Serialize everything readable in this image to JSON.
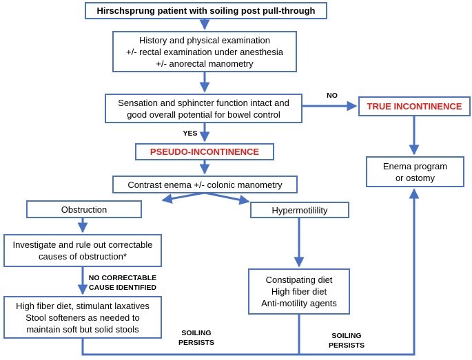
{
  "nodes": {
    "start": {
      "lines": [
        "Hirschsprung patient with soiling post pull-through"
      ]
    },
    "history": {
      "lines": [
        "History and physical examination",
        "+/- rectal examination under anesthesia",
        "+/- anorectal manometry"
      ]
    },
    "sensation": {
      "lines": [
        "Sensation and sphincter function intact and",
        "good overall potential for bowel control"
      ]
    },
    "true_incontinence": {
      "lines": [
        "TRUE INCONTINENCE"
      ]
    },
    "pseudo_incontinence": {
      "lines": [
        "PSEUDO-INCONTINENCE"
      ]
    },
    "enema_program": {
      "lines": [
        "Enema program",
        "or ostomy"
      ]
    },
    "contrast_enema": {
      "lines": [
        "Contrast enema +/- colonic manometry"
      ]
    },
    "obstruction": {
      "lines": [
        "Obstruction"
      ]
    },
    "hypermotility": {
      "lines": [
        "Hypermotilility"
      ]
    },
    "investigate": {
      "lines": [
        "Investigate and rule out correctable",
        "causes of obstruction*"
      ]
    },
    "constipating_diet": {
      "lines": [
        "Constipating diet",
        "High fiber diet",
        "Anti-motility agents"
      ]
    },
    "high_fiber": {
      "lines": [
        "High fiber diet, stimulant laxatives",
        "Stool softeners as needed to",
        "maintain soft but solid stools"
      ]
    }
  },
  "edge_labels": {
    "no": "NO",
    "yes": "YES",
    "no_correctable": [
      "NO CORRECTABLE",
      "CAUSE IDENTIFIED"
    ],
    "soiling_persists_left": [
      "SOILING",
      "PERSISTS"
    ],
    "soiling_persists_right": [
      "SOILING",
      "PERSISTS"
    ]
  },
  "colors": {
    "border": "#4a72c4",
    "arrow": "#4a72c4",
    "highlight_text": "#e3201b"
  }
}
